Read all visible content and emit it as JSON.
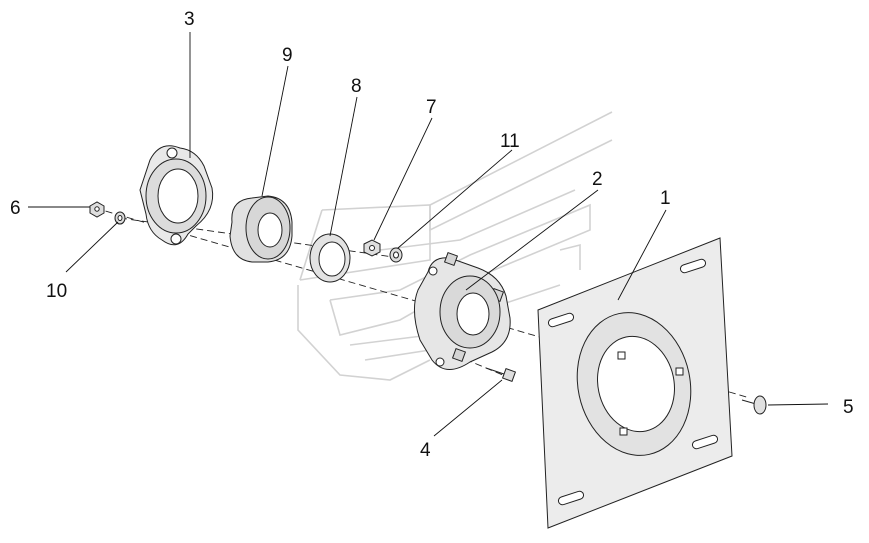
{
  "callouts": [
    {
      "num": "1"
    },
    {
      "num": "2"
    },
    {
      "num": "3"
    },
    {
      "num": "4"
    },
    {
      "num": "5"
    },
    {
      "num": "6"
    },
    {
      "num": "7"
    },
    {
      "num": "8"
    },
    {
      "num": "9"
    },
    {
      "num": "10"
    },
    {
      "num": "11"
    }
  ],
  "colors": {
    "line": "#222222",
    "part_fill": "#e6e6e6",
    "plate_fill": "#ececec",
    "ghost": "#d2d2d2"
  }
}
